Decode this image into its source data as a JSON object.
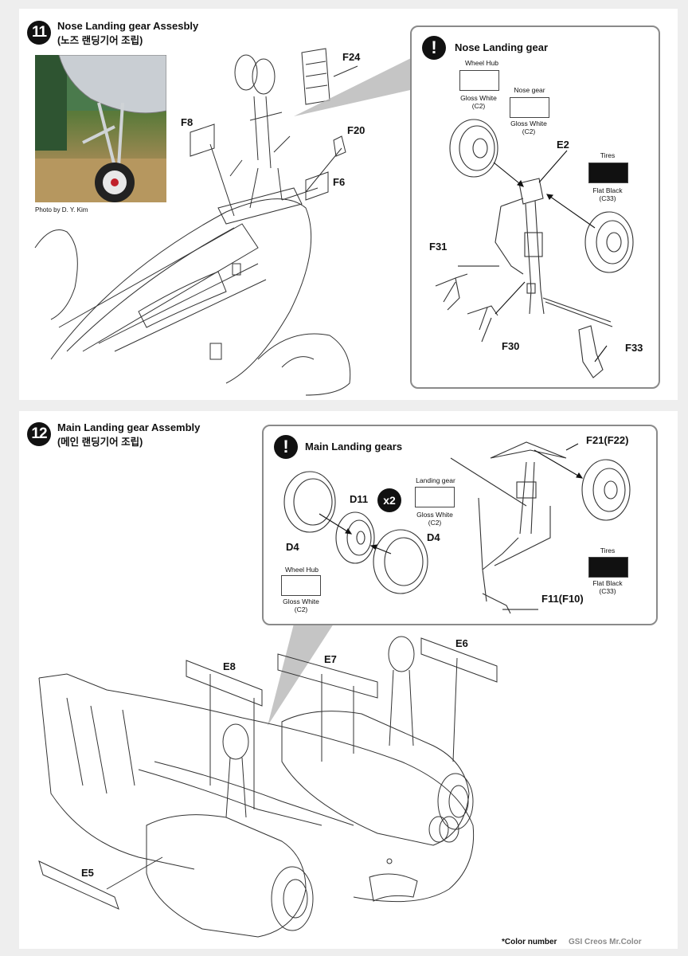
{
  "step11": {
    "number": "11",
    "title": "Nose Landing gear Assesbly",
    "subtitle": "(노즈 랜딩기어 조립)",
    "photo_credit": "Photo by D. Y. Kim",
    "parts": {
      "f24": "F24",
      "f8": "F8",
      "f20": "F20",
      "f6": "F6"
    },
    "callout": {
      "icon": "!",
      "title": "Nose Landing gear",
      "wheel_hub_label": "Wheel Hub",
      "wheel_hub_color": "Gloss White",
      "wheel_hub_code": "(C2)",
      "nose_gear_label": "Nose gear",
      "nose_gear_color": "Gloss White",
      "nose_gear_code": "(C2)",
      "tires_label": "Tires",
      "tires_color": "Flat Black",
      "tires_code": "(C33)",
      "parts": {
        "e2": "E2",
        "f31": "F31",
        "f30": "F30",
        "f33": "F33"
      }
    }
  },
  "step12": {
    "number": "12",
    "title": "Main Landing gear Assembly",
    "subtitle": "(메인 랜딩기어 조립)",
    "parts": {
      "e8": "E8",
      "e7": "E7",
      "e6": "E6",
      "e5": "E5"
    },
    "callout": {
      "icon": "!",
      "title": "Main Landing gears",
      "multiplier": "x2",
      "landing_gear_label": "Landing gear",
      "landing_gear_color": "Gloss White",
      "landing_gear_code": "(C2)",
      "wheel_hub_label": "Wheel Hub",
      "wheel_hub_color": "Gloss White",
      "wheel_hub_code": "(C2)",
      "tires_label": "Tires",
      "tires_color": "Flat Black",
      "tires_code": "(C33)",
      "parts": {
        "d11": "D11",
        "d4_left": "D4",
        "d4_right": "D4",
        "f21": "F21(F22)",
        "f11": "F11(F10)"
      }
    }
  },
  "footer": {
    "note": "*Color number",
    "brand": "GSI Creos Mr.Color"
  },
  "colors": {
    "ink": "#111111",
    "callout_border": "#8a8a8a",
    "page_bg": "#eeeeee",
    "panel_bg": "#ffffff"
  }
}
